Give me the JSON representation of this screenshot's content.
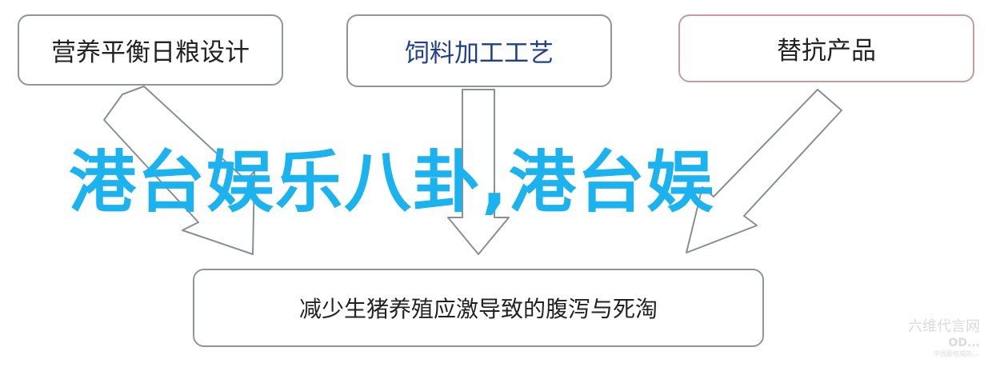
{
  "boxes": {
    "left": "营养平衡日粮设计",
    "middle": "饲料加工工艺",
    "right": "替抗产品",
    "bottom": "减少生猪养殖应激导致的腹泻与死淘"
  },
  "overlay_title": "港台娱乐八卦,港台娱",
  "watermark": {
    "line1": "六维代言网",
    "line2": "OD...",
    "line3": "中国最权威的...."
  },
  "colors": {
    "overlay_text": "#1ab3f0",
    "middle_box_text": "#22408a",
    "right_box_border": "#c99a9f",
    "box_border": "#8e959c"
  }
}
